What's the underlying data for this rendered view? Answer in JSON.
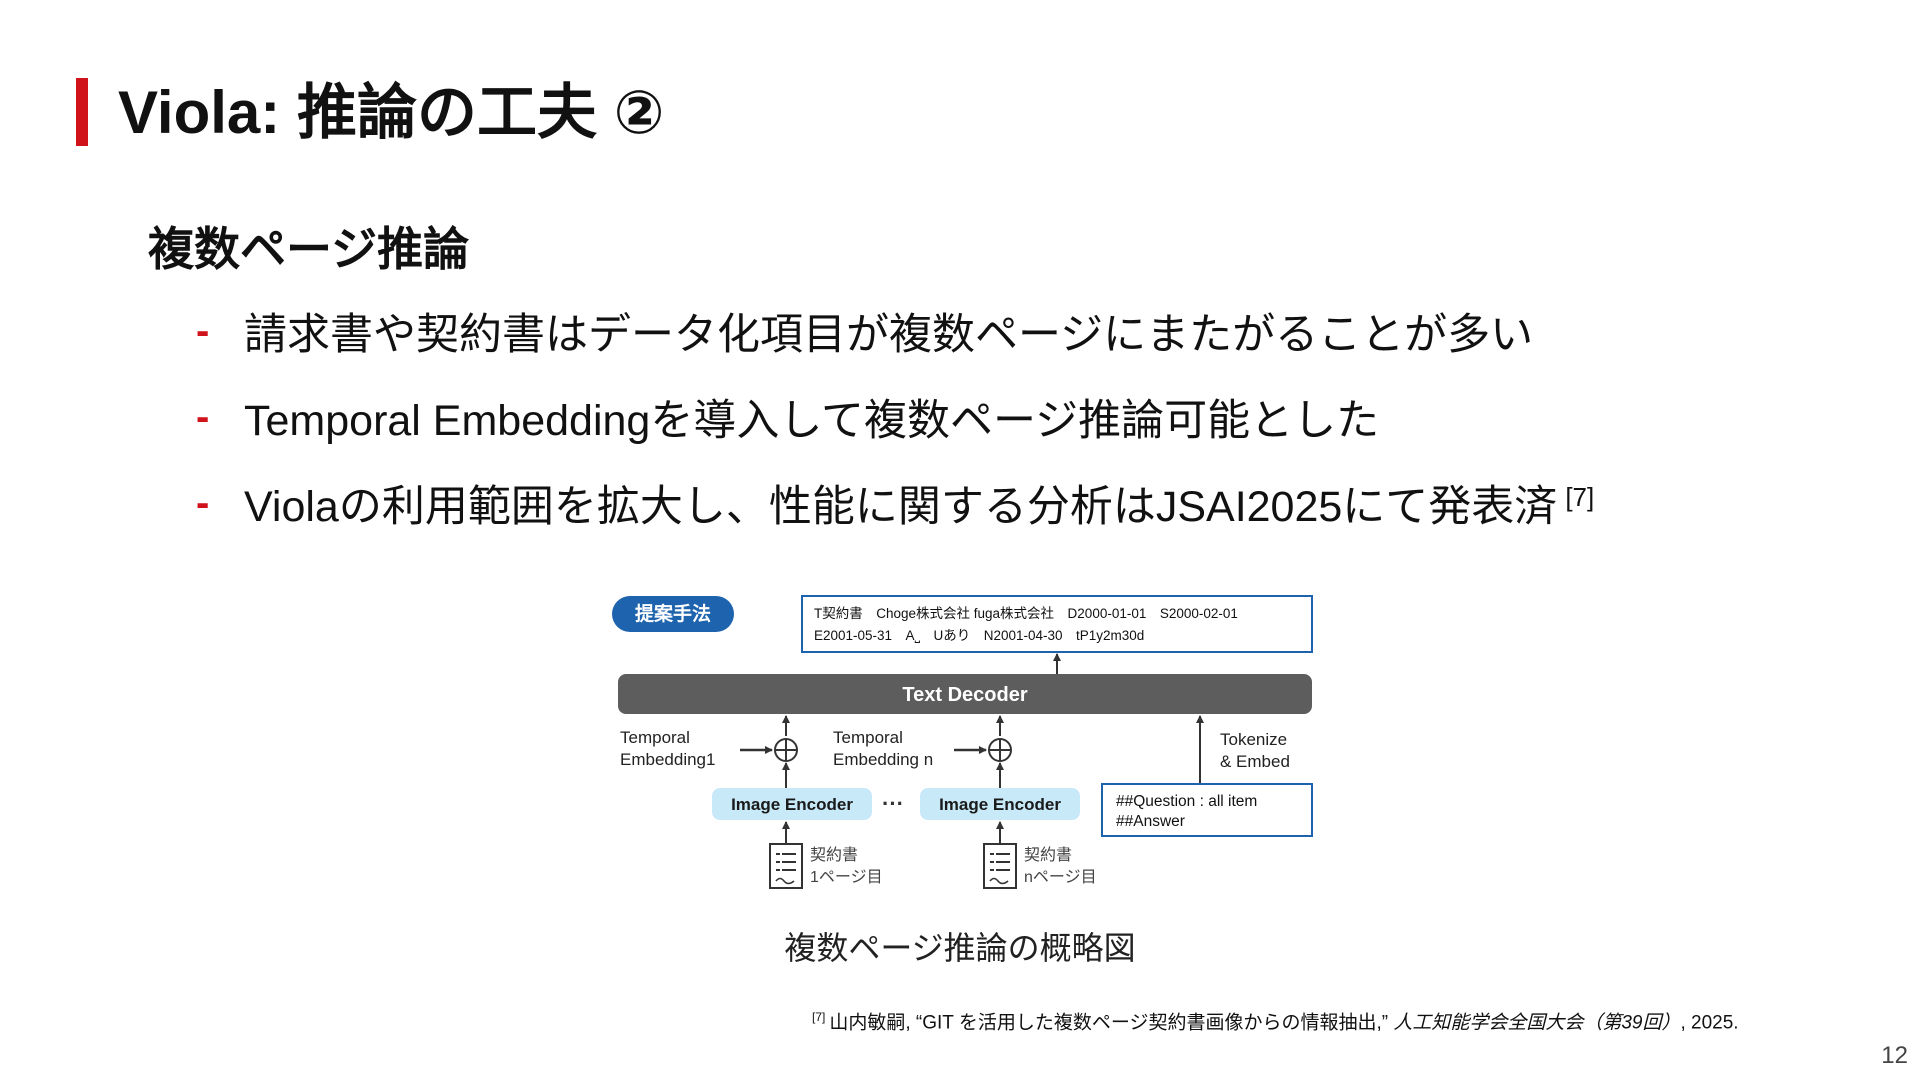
{
  "slide": {
    "title": "Viola: 推論の工夫 ②",
    "subtitle": "複数ページ推論",
    "bullets": [
      {
        "text": "請求書や契約書はデータ化項目が複数ページにまたがることが多い",
        "cite": ""
      },
      {
        "text": "Temporal Embeddingを導入して複数ページ推論可能とした",
        "cite": ""
      },
      {
        "text": "Violaの利用範囲を拡大し、性能に関する分析はJSAI2025にて発表済",
        "cite": "[7]"
      }
    ],
    "caption": "複数ページ推論の概略図",
    "reference": {
      "marker": "[7]",
      "text": "山内敏嗣, “GIT を活用した複数ページ契約書画像からの情報抽出,” ",
      "venue": "人工知能学会全国大会（第39回）",
      "year": ", 2025."
    },
    "page_number": "12"
  },
  "diagram": {
    "badge": "提案手法",
    "output_lines": [
      "T契約書　Choge株式会社  fuga株式会社　D2000-01-01　S2000-02-01",
      "E2001-05-31　A⎵　Uあり　N2001-04-30　tP1y2m30d"
    ],
    "decoder": "Text Decoder",
    "temporal_1": [
      "Temporal",
      "Embedding1"
    ],
    "temporal_n": [
      "Temporal",
      "Embedding n"
    ],
    "tokenize": [
      "Tokenize",
      "& Embed"
    ],
    "encoder_1": "Image Encoder",
    "encoder_n": "Image Encoder",
    "ellipsis": "···",
    "question_lines": [
      "##Question : all item",
      "##Answer"
    ],
    "doc_1": [
      "契約書",
      "1ページ目"
    ],
    "doc_n": [
      "契約書",
      "nページ目"
    ],
    "colors": {
      "accent": "#d0121b",
      "badge": "#1d63ad",
      "decoder": "#5d5d5d",
      "encoder": "#c7e9f8",
      "box_border": "#1d63ad",
      "arrow": "#333333"
    }
  }
}
